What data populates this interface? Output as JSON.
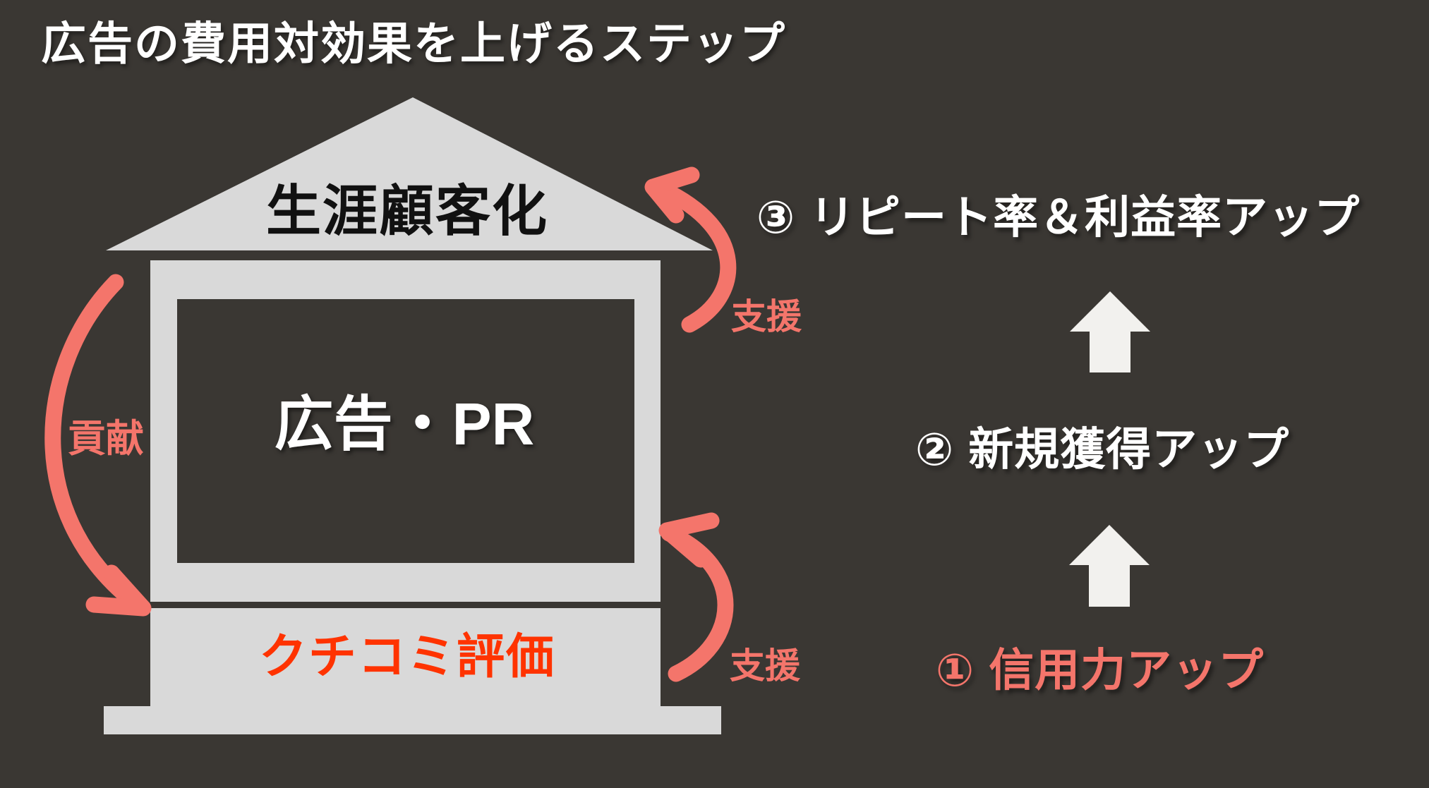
{
  "slide": {
    "title": "広告の費用対効果を上げるステップ"
  },
  "house": {
    "roof_label": "生涯顧客化",
    "body_label": "広告・PR",
    "foundation_label": "クチコミ評価"
  },
  "arrow_labels": {
    "left": "貢献",
    "upper_right": "支援",
    "lower_right": "支援"
  },
  "steps": [
    {
      "num": "③",
      "label": "リピート率＆利益率アップ"
    },
    {
      "num": "②",
      "label": "新規獲得アップ"
    },
    {
      "num": "①",
      "label": "信用力アップ"
    }
  ],
  "colors": {
    "background": "#3A3733",
    "house_gray": "#D9D9D9",
    "salmon": "#F4756B",
    "red_orange": "#FF3300",
    "white": "#FFFFFF",
    "text_black": "#111111",
    "arrow_white": "#F2F1EE"
  }
}
